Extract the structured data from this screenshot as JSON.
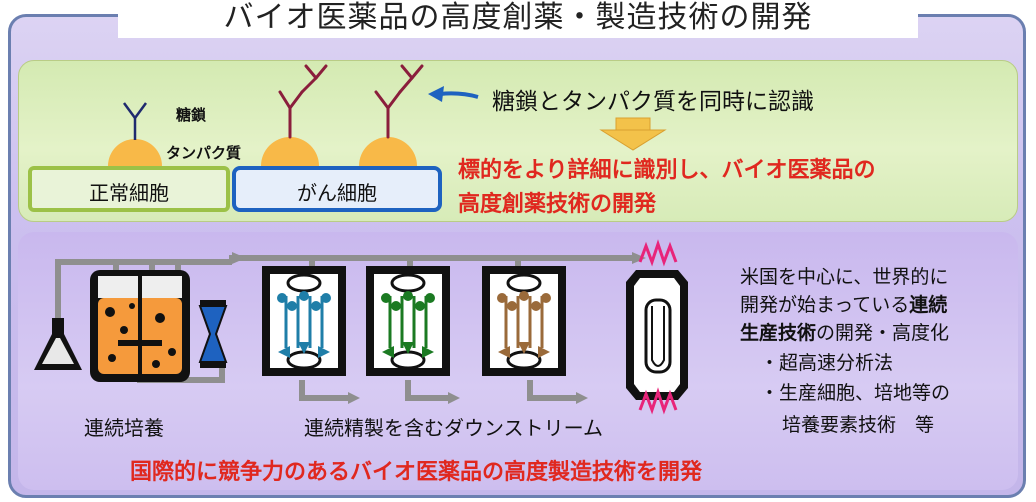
{
  "title": "バイオ医薬品の高度創薬・製造技術の開発",
  "top": {
    "label_sugar_chain": "糖鎖",
    "label_protein": "タンパク質",
    "normal_cell": "正常細胞",
    "cancer_cell": "がん細胞",
    "recognition": "糖鎖とタンパク質を同時に認識",
    "goal_line1": "標的をより詳細に識別し、バイオ医薬品の",
    "goal_line2": "高度創薬技術の開発"
  },
  "bottom": {
    "continuous_culture": "連続培養",
    "downstream": "連続精製を含むダウンストリーム",
    "desc_line1": "米国を中心に、世界的に",
    "desc_line2_pre": "開発が始まっている",
    "desc_line2_bold": "連続",
    "desc_line3_bold": "生産技術",
    "desc_line3_post": "の開発・高度化",
    "bullet1": "・超高速分析法",
    "bullet2": "・生産細胞、培地等の",
    "bullet3": "培養要素技術　等",
    "conclusion": "国際的に競争力のあるバイオ医薬品の高度製造技術を開発"
  },
  "colors": {
    "column_blue": "#1f7ea8",
    "column_green": "#1b7a22",
    "column_brown": "#9a6a3a",
    "accent_red": "#e0281f",
    "cell_orange": "#f8b948",
    "frame_border": "#6b7fb0"
  }
}
